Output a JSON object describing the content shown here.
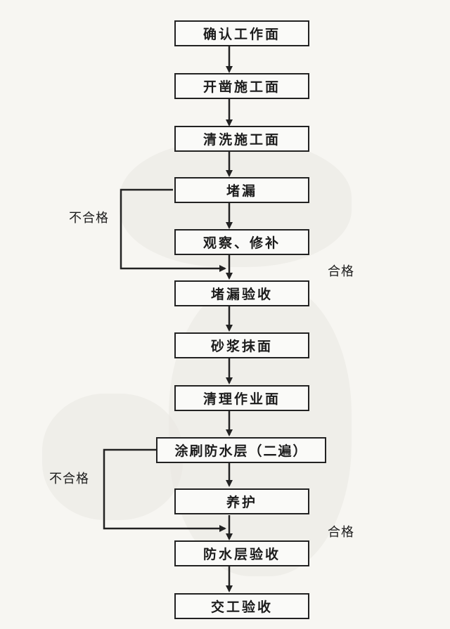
{
  "steps": [
    "确认工作面",
    "开凿施工面",
    "清洗施工面",
    "堵漏",
    "观察、修补",
    "堵漏验收",
    "砂浆抹面",
    "清理作业面",
    "涂刷防水层（二遍）",
    "养护",
    "防水层验收",
    "交工验收"
  ],
  "loops": [
    {
      "fail_label": "不合格",
      "pass_label": "合格"
    },
    {
      "fail_label": "不合格",
      "pass_label": "合格"
    }
  ],
  "colors": {
    "line": "#222222",
    "background": "#f7f6f2"
  }
}
